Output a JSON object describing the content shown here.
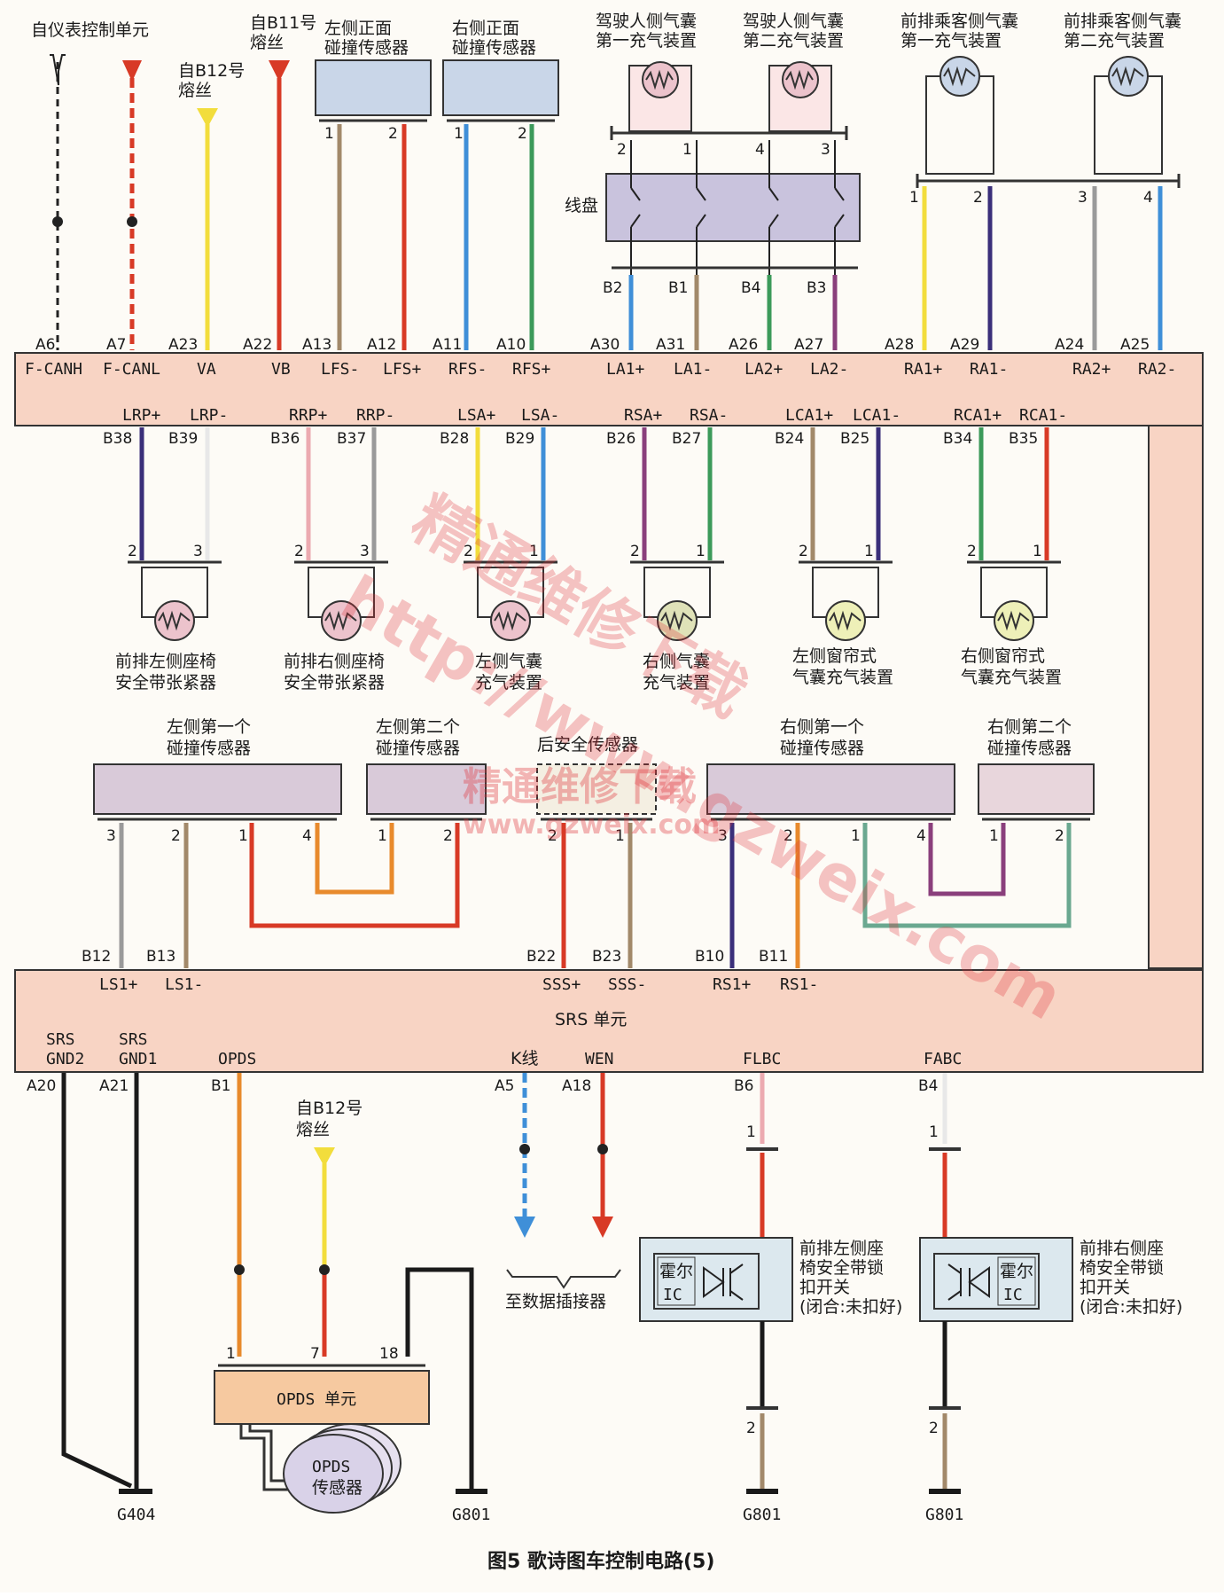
{
  "figure_caption": "图5  歌诗图车控制电路(5)",
  "top": {
    "from_cluster": "自仪表控制单元",
    "from_b12_a": "自B12号",
    "from_b12_b": "熔丝",
    "from_b11_a": "自B11号",
    "from_b11_b": "熔丝",
    "lfs_a": "左侧正面",
    "lfs_b": "碰撞传感器",
    "rfs_a": "右侧正面",
    "rfs_b": "碰撞传感器",
    "drv1_a": "驾驶人侧气囊",
    "drv1_b": "第一充气装置",
    "drv2_a": "驾驶人侧气囊",
    "drv2_b": "第二充气装置",
    "pas1_a": "前排乘客侧气囊",
    "pas1_b": "第一充气装置",
    "pas2_a": "前排乘客侧气囊",
    "pas2_b": "第二充气装置",
    "clockspring": "线盘"
  },
  "pins": {
    "p1": "1",
    "p2": "2",
    "p3": "3",
    "p4": "4",
    "p7": "7",
    "p18": "18",
    "A6": "A6",
    "A7": "A7",
    "A23": "A23",
    "A22": "A22",
    "A13": "A13",
    "A12": "A12",
    "A11": "A11",
    "A10": "A10",
    "A30": "A30",
    "A31": "A31",
    "A26": "A26",
    "A27": "A27",
    "A28": "A28",
    "A29": "A29",
    "A24": "A24",
    "A25": "A25",
    "B2": "B2",
    "B1": "B1",
    "B4": "B4",
    "B3": "B3",
    "B38": "B38",
    "B39": "B39",
    "B36": "B36",
    "B37": "B37",
    "B28": "B28",
    "B29": "B29",
    "B26": "B26",
    "B27": "B27",
    "B24": "B24",
    "B25": "B25",
    "B34": "B34",
    "B35": "B35",
    "B12": "B12",
    "B13": "B13",
    "B22": "B22",
    "B23": "B23",
    "B10": "B10",
    "B11": "B11",
    "A20": "A20",
    "A21": "A21",
    "A5": "A5",
    "A18": "A18",
    "B6": "B6",
    "B4b": "B4"
  },
  "signals_top": [
    "F-CANH",
    "F-CANL",
    "VA",
    "VB",
    "LFS-",
    "LFS+",
    "RFS-",
    "RFS+",
    "LA1+",
    "LA1-",
    "LA2+",
    "LA2-",
    "RA1+",
    "RA1-",
    "RA2+",
    "RA2-"
  ],
  "signals_mid": [
    "LRP+",
    "LRP-",
    "RRP+",
    "RRP-",
    "LSA+",
    "LSA-",
    "RSA+",
    "RSA-",
    "LCA1+",
    "LCA1-",
    "RCA1+",
    "RCA1-"
  ],
  "mid_devices": {
    "lrp_a": "前排左侧座椅",
    "lrp_b": "安全带张紧器",
    "rrp_a": "前排右侧座椅",
    "rrp_b": "安全带张紧器",
    "lsa_a": "左侧气囊",
    "lsa_b": "充气装置",
    "rsa_a": "右侧气囊",
    "rsa_b": "充气装置",
    "lca_a": "左侧窗帘式",
    "lca_b": "气囊充气装置",
    "rca_a": "右侧窗帘式",
    "rca_b": "气囊充气装置"
  },
  "sensors": {
    "ls1_a": "左侧第一个",
    "ls1_b": "碰撞传感器",
    "ls2_a": "左侧第二个",
    "ls2_b": "碰撞传感器",
    "rear": "后安全传感器",
    "rs1_a": "右侧第一个",
    "rs1_b": "碰撞传感器",
    "rs2_a": "右侧第二个",
    "rs2_b": "碰撞传感器"
  },
  "srs_unit": {
    "name": "SRS 单元",
    "signals": [
      "LS1+",
      "LS1-",
      "SSS+",
      "SSS-",
      "RS1+",
      "RS1-"
    ],
    "gnd2_a": "SRS",
    "gnd2_b": "GND2",
    "gnd1_a": "SRS",
    "gnd1_b": "GND1",
    "opds": "OPDS",
    "kline": "K线",
    "wen": "WEN",
    "flbc": "FLBC",
    "fabc": "FABC"
  },
  "bottom": {
    "from_b12_a": "自B12号",
    "from_b12_b": "熔丝",
    "to_dlc": "至数据插接器",
    "opds_unit": "OPDS 单元",
    "opds_sensor_a": "OPDS",
    "opds_sensor_b": "传感器",
    "hall": "霍尔",
    "ic": "IC",
    "lbuckle_a": "前排左侧座",
    "lbuckle_b": "椅安全带锁",
    "lbuckle_c": "扣开关",
    "rbuckle_a": "前排右侧座",
    "rbuckle_b": "椅安全带锁",
    "rbuckle_c": "扣开关",
    "buckle_note": "(闭合:未扣好)",
    "g404": "G404",
    "g801a": "G801",
    "g801b": "G801",
    "g801c": "G801"
  },
  "watermark": {
    "line1": "精通维修下载",
    "line2": "http://www.gzweix.com",
    "line3": "精通维修下载",
    "line4": "www.gzweix.com"
  },
  "colors": {
    "red": "#d83a26",
    "yellow": "#f2dd3c",
    "brown": "#a2896a",
    "blue": "#3f8fd8",
    "green": "#3c9a5a",
    "purple": "#8a3f7c",
    "gray": "#9a9a9a",
    "navy": "#3a2f7a",
    "pink": "#ecaab0",
    "orange": "#e88a2c",
    "black": "#1a1a1a",
    "unit_fill": "#f8d4c4",
    "sensor_fill": "#c9d6e8",
    "crash_fill": "#d9cad9"
  }
}
